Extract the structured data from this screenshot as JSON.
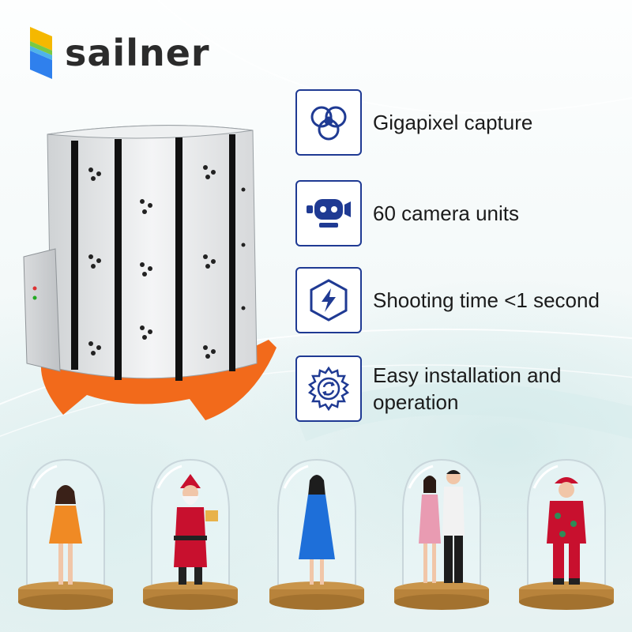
{
  "brand": {
    "name": "sailner",
    "logo_icon": "sailner-logo-icon"
  },
  "colors": {
    "accent": "#1f3a93",
    "orange": "#f26a1b",
    "logo_blue": "#2f80ed",
    "logo_yellow": "#f5b800",
    "logo_green": "#7ac943"
  },
  "device": {
    "icon": "3d-scanner-booth"
  },
  "features": [
    {
      "icon": "aperture-icon",
      "label": "Gigapixel capture"
    },
    {
      "icon": "camera-robot-icon",
      "label": "60 camera units"
    },
    {
      "icon": "lightning-icon",
      "label": "Shooting time <1 second"
    },
    {
      "icon": "gear-sync-icon",
      "label": "Easy installation and operation"
    }
  ],
  "figurines": [
    {
      "name": "girl-orange-dress"
    },
    {
      "name": "santa-claus"
    },
    {
      "name": "woman-blue-dress"
    },
    {
      "name": "couple"
    },
    {
      "name": "child-red-costume"
    }
  ]
}
